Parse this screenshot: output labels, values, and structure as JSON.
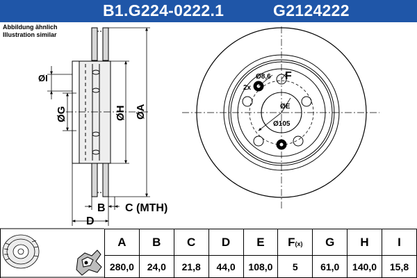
{
  "header": {
    "part_number": "B1.G224-0222.1",
    "reference": "G2124222",
    "background": "#1f56a8"
  },
  "note": {
    "line1": "Abbildung ähnlich",
    "line2": "Illustration similar"
  },
  "labels": {
    "I": "ØI",
    "G": "ØG",
    "H": "ØH",
    "A": "ØA",
    "B": "B",
    "C": "C (MTH)",
    "D": "D",
    "E": "ØE",
    "F": "F",
    "hole_dia": "Ø8,6",
    "hole_count": "2x",
    "pcd": "Ø105"
  },
  "table": {
    "headers": [
      {
        "main": "A",
        "sub": ""
      },
      {
        "main": "B",
        "sub": ""
      },
      {
        "main": "C",
        "sub": ""
      },
      {
        "main": "D",
        "sub": ""
      },
      {
        "main": "E",
        "sub": ""
      },
      {
        "main": "F",
        "sub": "(x)"
      },
      {
        "main": "G",
        "sub": ""
      },
      {
        "main": "H",
        "sub": ""
      },
      {
        "main": "I",
        "sub": ""
      }
    ],
    "values": [
      "280,0",
      "24,0",
      "21,8",
      "44,0",
      "108,0",
      "5",
      "61,0",
      "140,0",
      "15,8"
    ]
  },
  "icons": [
    "disc-thumbnail-icon",
    "caliper-icon"
  ]
}
